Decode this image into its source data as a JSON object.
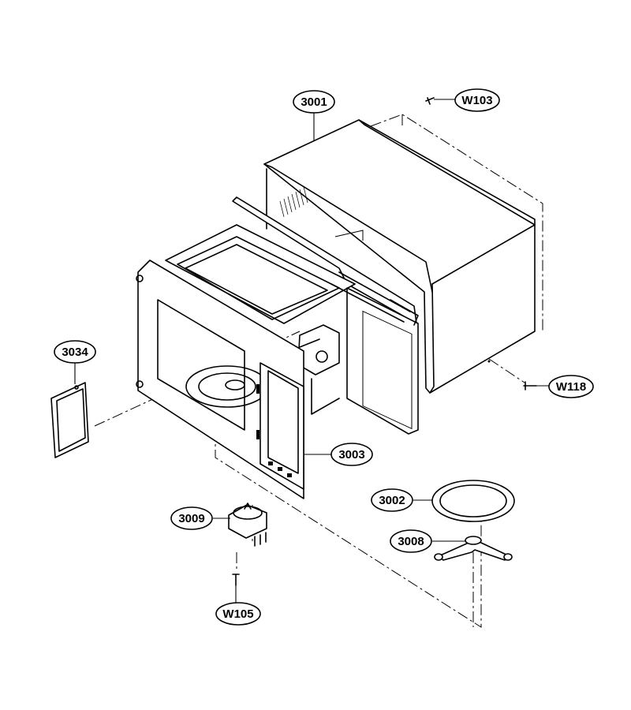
{
  "callouts": [
    {
      "id": "3001",
      "label": "3001"
    },
    {
      "id": "W103",
      "label": "W103"
    },
    {
      "id": "3034",
      "label": "3034"
    },
    {
      "id": "W118",
      "label": "W118"
    },
    {
      "id": "3003",
      "label": "3003"
    },
    {
      "id": "3002",
      "label": "3002"
    },
    {
      "id": "3009",
      "label": "3009"
    },
    {
      "id": "3008",
      "label": "3008"
    },
    {
      "id": "W105",
      "label": "W105"
    }
  ]
}
